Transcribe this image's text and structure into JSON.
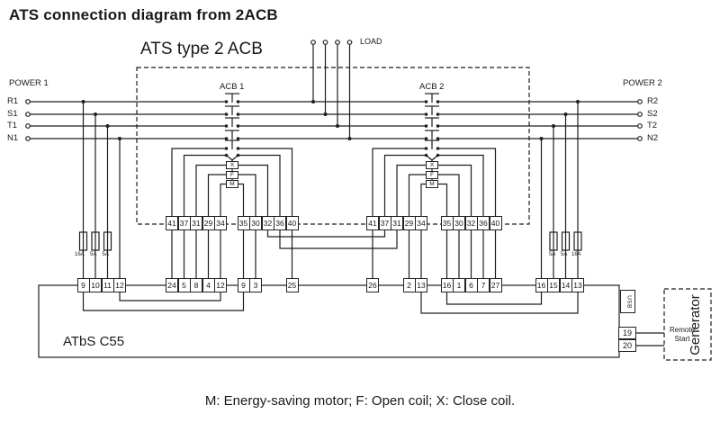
{
  "title": "ATS connection diagram from 2ACB",
  "caption": "M: Energy-saving motor; F: Open coil; X: Close coil.",
  "ats_box": {
    "label": "ATS type 2 ACB"
  },
  "load": {
    "label": "LOAD"
  },
  "power1": {
    "label": "POWER 1",
    "lines": [
      "R1",
      "S1",
      "T1",
      "N1"
    ]
  },
  "power2": {
    "label": "POWER 2",
    "lines": [
      "R2",
      "S2",
      "T2",
      "N2"
    ]
  },
  "acb1": {
    "label": "ACB 1",
    "coils": [
      "X",
      "F",
      "M"
    ],
    "terminals_left": [
      "41",
      "37",
      "31",
      "29",
      "34"
    ],
    "terminals_right": [
      "35",
      "30",
      "32",
      "36",
      "40"
    ]
  },
  "acb2": {
    "label": "ACB 2",
    "coils": [
      "X",
      "F",
      "M"
    ],
    "terminals_left": [
      "41",
      "37",
      "31",
      "29",
      "34"
    ],
    "terminals_right": [
      "35",
      "30",
      "32",
      "36",
      "40"
    ]
  },
  "fuses_left": [
    "16A",
    "5A",
    "5A"
  ],
  "fuses_right": [
    "5A",
    "5A",
    "16A"
  ],
  "controller": {
    "label": "ATbS C55",
    "usb_label": "USB",
    "groups": {
      "a": [
        "9",
        "10",
        "11",
        "12"
      ],
      "b": [
        "24",
        "5",
        "8",
        "4",
        "12"
      ],
      "c": [
        "9",
        "3"
      ],
      "d": [
        "25"
      ],
      "e": [
        "26"
      ],
      "f": [
        "2",
        "13"
      ],
      "g": [
        "16",
        "1",
        "6",
        "7",
        "27"
      ],
      "h": [
        "16",
        "15",
        "14",
        "13"
      ]
    },
    "remote_terminals": [
      "19",
      "20"
    ]
  },
  "generator": {
    "label": "Generator",
    "remote_start": "Remote Start"
  }
}
